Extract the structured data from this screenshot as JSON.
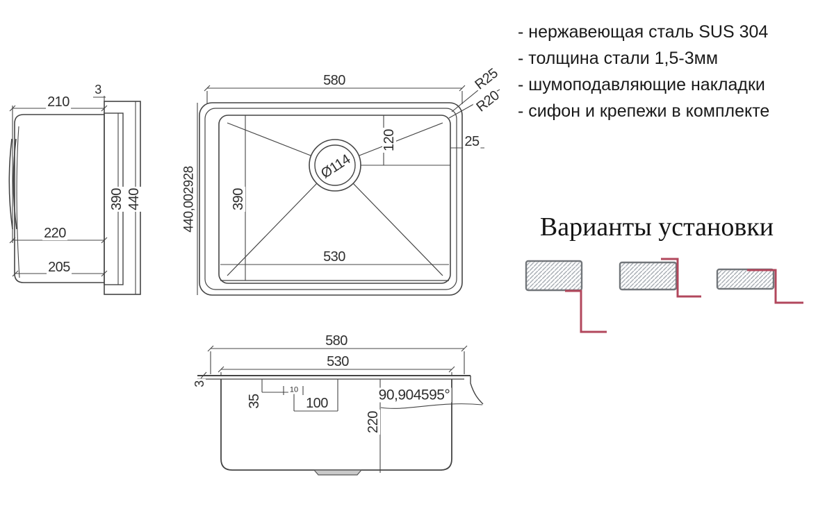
{
  "features": {
    "items": [
      "- нержавеющая сталь SUS 304",
      "- толщина стали 1,5-3мм",
      "- шумоподавляющие накладки",
      "- сифон и крепежи в комплекте"
    ]
  },
  "installation": {
    "title": "Варианты установки",
    "accent_color": "#b2475c",
    "variants": [
      "undermount",
      "flush-mount",
      "overmount"
    ]
  },
  "side_view": {
    "width_top": "210",
    "thickness": "3",
    "inner_height": "390",
    "outer_height": "440",
    "width_mid": "220",
    "width_bottom": "205"
  },
  "top_view": {
    "width": "580",
    "corner_outer": "R25",
    "corner_inner": "R20",
    "drain_offset": "120",
    "flange": "25",
    "drain_diameter": "Ø114",
    "bowl_length": "390",
    "height_total": "440,002928",
    "bowl_width": "530"
  },
  "front_view": {
    "width": "580",
    "bowl_width": "530",
    "thickness": "3",
    "rim_drop": "35",
    "detail": "10",
    "drain_width": "100",
    "depth": "220",
    "wall_angle": "90,904595°"
  }
}
